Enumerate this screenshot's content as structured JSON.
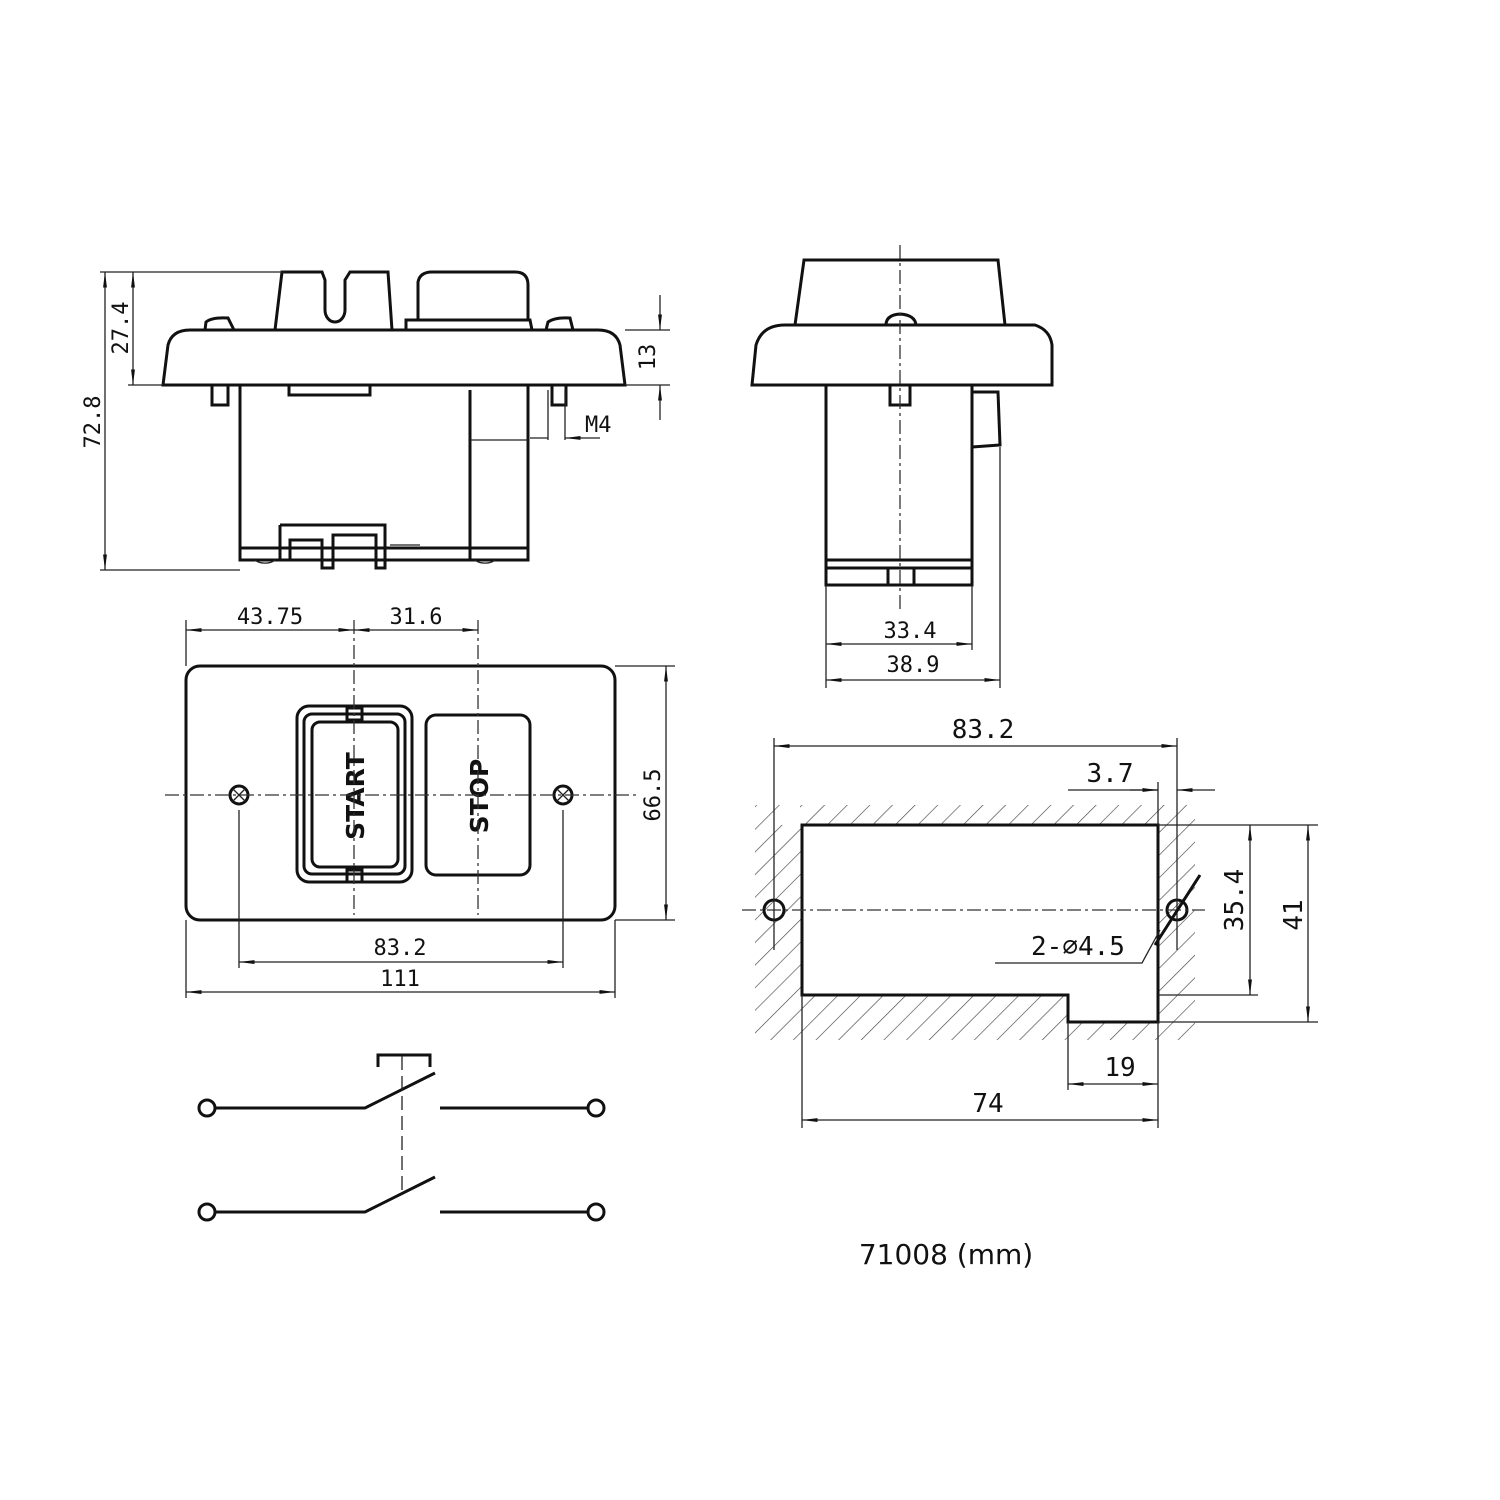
{
  "side_view": {
    "dim_total_height": "72.8",
    "dim_top_height": "27.4",
    "dim_plate": "13",
    "thread": "M4"
  },
  "end_view": {
    "dim_body_width": "33.4",
    "dim_overall_width": "38.9"
  },
  "front_view": {
    "dim_left_offset": "43.75",
    "dim_button_spacing": "31.6",
    "dim_height": "66.5",
    "dim_hole_spacing": "83.2",
    "dim_width": "111",
    "start_label": "START",
    "stop_label": "STOP"
  },
  "cutout": {
    "dim_hole_spacing": "83.2",
    "dim_edge_offset": "3.7",
    "dim_height_main": "35.4",
    "dim_height_total": "41",
    "dim_step_width": "19",
    "dim_width": "74",
    "hole_callout": "2-∅4.5"
  },
  "caption": "71008 (mm)"
}
